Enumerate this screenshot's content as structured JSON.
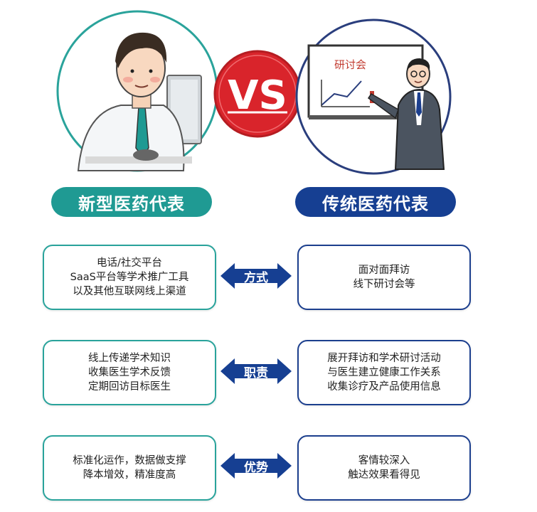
{
  "header": {
    "vs_text": "VS",
    "whiteboard_text": "研讨会",
    "new_rep_label": "新型医药代表",
    "traditional_rep_label": "传统医药代表"
  },
  "colors": {
    "teal": "#1f9a93",
    "navy": "#163f92",
    "vs_red": "#d9242b"
  },
  "rows": [
    {
      "label": "方式",
      "left": [
        "电话/社交平台",
        "SaaS平台等学术推广工具",
        "以及其他互联网线上渠道"
      ],
      "right": [
        "面对面拜访",
        "线下研讨会等"
      ]
    },
    {
      "label": "职责",
      "left": [
        "线上传递学术知识",
        "收集医生学术反馈",
        "定期回访目标医生"
      ],
      "right": [
        "展开拜访和学术研讨活动",
        "与医生建立健康工作关系",
        "收集诊疗及产品使用信息"
      ]
    },
    {
      "label": "优势",
      "left": [
        "标准化运作，数据做支撑",
        "降本增效，精准度高"
      ],
      "right": [
        "客情较深入",
        "触达效果看得见"
      ]
    }
  ]
}
